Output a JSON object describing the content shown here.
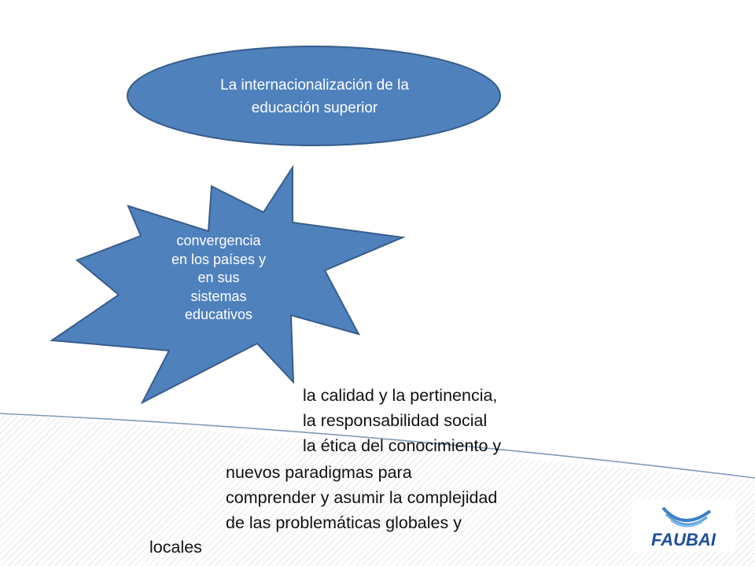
{
  "slide": {
    "title_shape": {
      "line1": "La internacionalización  de la",
      "line2": "educación superior"
    },
    "star_shape": {
      "lines": [
        "convergencia",
        "en los países y",
        "en sus",
        "sistemas",
        "educativos"
      ]
    },
    "body": {
      "lines": [
        "la calidad y la pertinencia,",
        "la responsabilidad social",
        "la ética del conocimiento y",
        "nuevos paradigmas para",
        "comprender y asumir la complejidad",
        "de las problemáticas globales y",
        "locales"
      ]
    },
    "logo": {
      "text": "FAUBAI"
    }
  },
  "colors": {
    "shape_fill": "#4F81BD",
    "shape_stroke": "#385D8A",
    "logo_blue": "#1F4E9E",
    "accent_line": "#7F9BB8"
  }
}
